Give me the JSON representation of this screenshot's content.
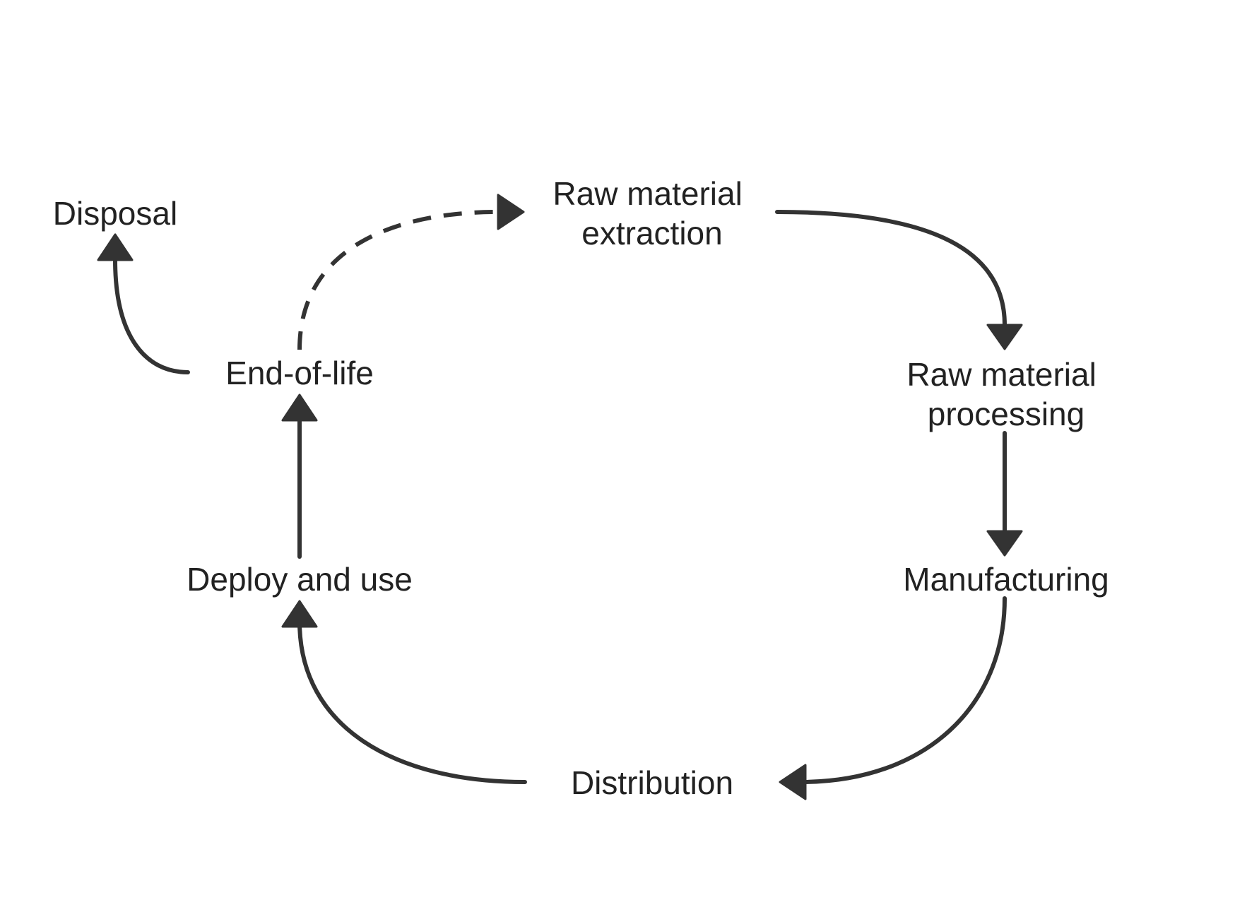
{
  "colors": {
    "background": "#ffffff",
    "text": "#222222",
    "edge": "#333333"
  },
  "nodes": {
    "disposal": "Disposal",
    "raw_material_extraction": [
      "Raw material",
      "extraction"
    ],
    "end_of_life": "End-of-life",
    "raw_material_processing": [
      "Raw material",
      "processing"
    ],
    "deploy_and_use": "Deploy and use",
    "manufacturing": "Manufacturing",
    "distribution": "Distribution"
  },
  "edges": [
    {
      "from": "raw_material_extraction",
      "to": "raw_material_processing",
      "style": "solid"
    },
    {
      "from": "raw_material_processing",
      "to": "manufacturing",
      "style": "solid"
    },
    {
      "from": "manufacturing",
      "to": "distribution",
      "style": "solid"
    },
    {
      "from": "distribution",
      "to": "deploy_and_use",
      "style": "solid"
    },
    {
      "from": "deploy_and_use",
      "to": "end_of_life",
      "style": "solid"
    },
    {
      "from": "end_of_life",
      "to": "disposal",
      "style": "solid"
    },
    {
      "from": "end_of_life",
      "to": "raw_material_extraction",
      "style": "dashed"
    }
  ]
}
